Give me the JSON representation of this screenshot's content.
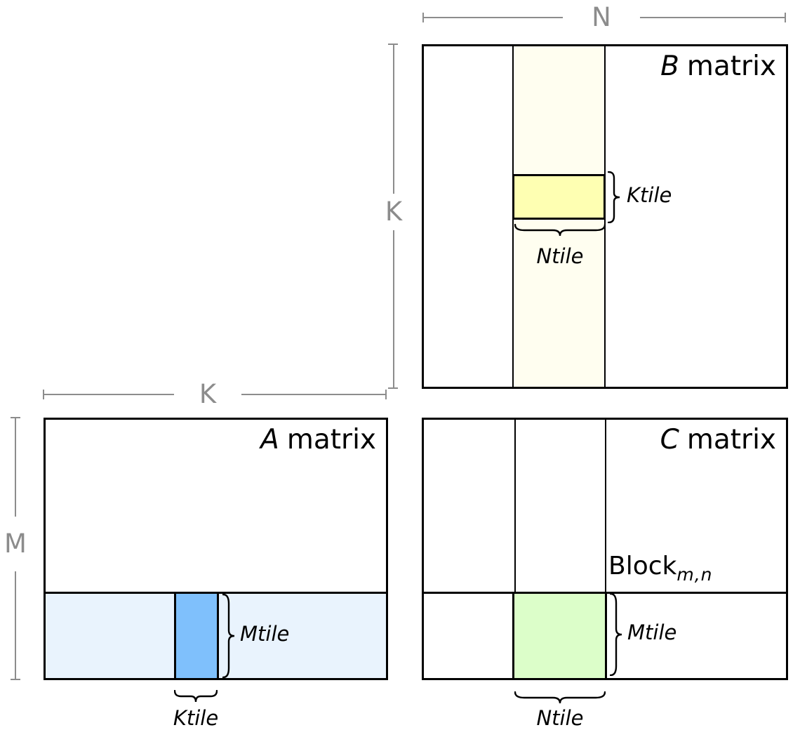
{
  "diagram": {
    "b": {
      "title_letter": "B",
      "title_rest": "matrix",
      "ktile": "Ktile",
      "ntile": "Ntile"
    },
    "a": {
      "title_letter": "A",
      "title_rest": "matrix",
      "mtile": "Mtile",
      "ktile": "Ktile"
    },
    "c": {
      "title_letter": "C",
      "title_rest": "matrix",
      "block": "Block",
      "block_sub": "m,n",
      "mtile": "Mtile",
      "ntile": "Ntile"
    },
    "dims": {
      "n": "N",
      "k_right": "K",
      "k_left": "K",
      "m": "M"
    },
    "colors": {
      "b_column_strip": "#fffef0",
      "b_ktile_block": "#feffb2",
      "a_row_strip": "#e9f3fd",
      "a_ktile_block": "#7fc0fc",
      "c_block_tile": "#dcfec9",
      "dimension_gray": "#8c8c8c",
      "line_black": "#000000"
    }
  }
}
